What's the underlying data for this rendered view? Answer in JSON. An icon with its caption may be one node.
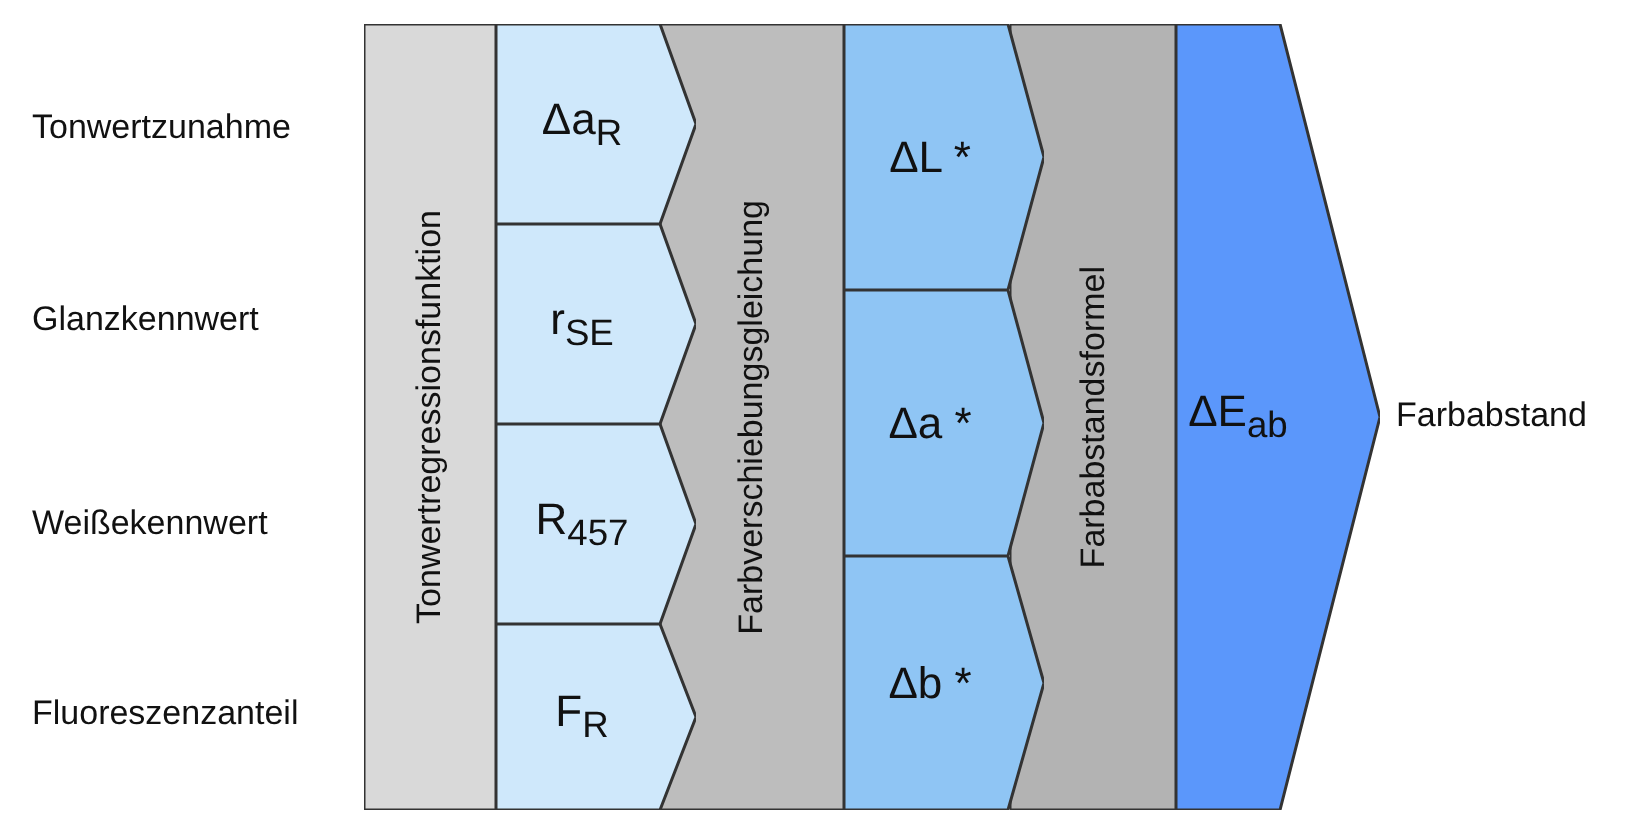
{
  "diagram": {
    "nodes": [
      {
        "text": [
          "Tonwertregressionsfunktion"
        ]
      },
      {
        "text": [
          "Δa$_{R}$"
        ]
      },
      {
        "text": [
          "r$_{SE}$"
        ]
      },
      {
        "text": [
          "R$_{457}$"
        ]
      },
      {
        "text": [
          "F$_{R}$"
        ]
      },
      {
        "text": [
          "Farbverschiebungsgleichung"
        ]
      },
      {
        "text": [
          "ΔL *"
        ]
      },
      {
        "text": [
          "Δa *"
        ]
      },
      {
        "text": [
          "Δb *"
        ]
      },
      {
        "text": [
          "Farbabstandsformel"
        ]
      },
      {
        "text": [
          "ΔE$_{ab}$"
        ],
        "beside": [
          "Farbabstand"
        ]
      }
    ],
    "edges": [],
    "labels": [
      "Tonwertzunahme",
      "Glanzkennwert",
      "Weißekennwert",
      "Fluoreszenzanteil"
    ]
  }
}
